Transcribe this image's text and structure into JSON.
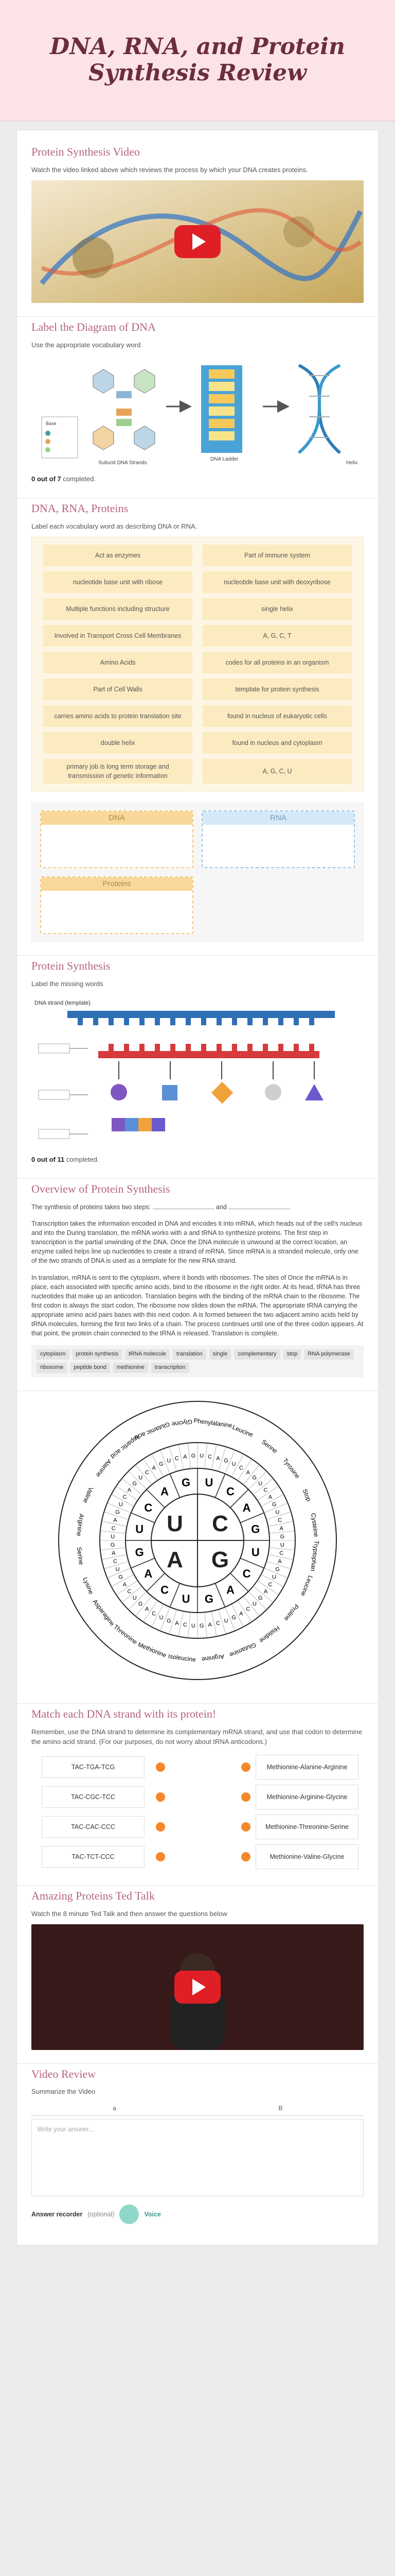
{
  "header": {
    "title": "DNA, RNA, and Protein Synthesis Review"
  },
  "video1": {
    "title": "Protein Synthesis Video",
    "desc": "Watch the video linked above which reviews the process by which your DNA creates proteins."
  },
  "dna_diagram": {
    "title": "Label the Diagram of DNA",
    "desc": "Use the appropriate vocabulary word",
    "captions": [
      "Subunit DNA Strands",
      "DNA Ladder",
      "Helix"
    ],
    "legend": [
      "Base"
    ],
    "progress_count": "0 out of 7",
    "progress_suffix": " completed."
  },
  "matching": {
    "title": "DNA, RNA, Proteins",
    "desc": "Label each vocabulary word as describing DNA or RNA.",
    "cards": [
      "Act as enzymes",
      "Part of immune system",
      "nucleotide base unit with ribose",
      "nucleotide base unit with deoxyribose",
      "Multiple functions including structure",
      "single helix",
      "Involved in Transport Cross Cell Membranes",
      "A, G, C, T",
      "Amino Acids",
      "codes for all proteins in an organism",
      "Part of Cell Walls",
      "template for protein synthesis",
      "carries amino acids to protein translation site",
      "found in nucleus of eukaryotic cells",
      "double helix",
      "found in nucleus and cytoplasm",
      "primary job is long term storage and transmission of genetic information",
      "A, G, C, U"
    ],
    "bins": [
      "DNA",
      "RNA",
      "Proteins"
    ]
  },
  "synthesis": {
    "title": "Protein Synthesis",
    "desc": "Label the missing words",
    "strand_label": "DNA strand (template)",
    "progress_count": "0 out of 11",
    "progress_suffix": " completed."
  },
  "overview": {
    "title": "Overview of Protein Synthesis",
    "p1a": "The synthesis of proteins takes two steps:",
    "p1b": "and",
    "p2": "Transcription takes the information encoded in DNA and encodes it into mRNA, which heads out of the cell's nucleus and into the During translation, the mRNA works with a and tRNA to synthesize proteins. The first step in transcription is the partial unwinding of the DNA. Once the DNA molecule is unwound at the correct location, an enzyme called helps line up nucleotides to create a strand of mRNA. Since mRNA is a stranded molecule, only one of the two strands of DNA is used as a template for the new RNA strand.",
    "p3": "In translation, mRNA is sent to the cytoplasm, where it bonds with ribosomes. The sites of Once the mRNA is in place, each associated with specific amino acids, bind to the ribosome in the right order. At its head, tRNA has three nucleotides that make up an anticodon. Translation begins with the binding of the mRNA chain to the ribosome. The first codon is always the start codon, The ribosome now slides down the mRNA. The appropriate tRNA carrying the appropriate amino acid pairs bases with this next codon. A is formed between the two adjacent amino acids held by tRNA molecules, forming the first two links of a chain. The process continues until one of the three codon appears. At that point, the protein chain connected to the tRNA is released. Translation is complete.",
    "chips": [
      "cytoplasm",
      "protein synthesis",
      "tRNA molecule",
      "translation",
      "single",
      "complementary",
      "stop",
      "RNA polymerase",
      "ribosome",
      "peptide bond",
      "methionine",
      "transcription"
    ]
  },
  "codon_wheel": {
    "center": [
      "U",
      "C",
      "A",
      "G"
    ],
    "amino_acids": [
      "Phenylalanine",
      "Leucine",
      "Serine",
      "Tyrosine",
      "Stop",
      "Cysteine",
      "Tryptophan",
      "Leucine",
      "Proline",
      "Histidine",
      "Glutamine",
      "Arginine",
      "Isoleucine",
      "Methionine",
      "Threonine",
      "Asparagine",
      "Lysine",
      "Serine",
      "Arginine",
      "Valine",
      "Alanine",
      "Aspartic acid",
      "Glutamic acid",
      "Glycine"
    ]
  },
  "dna_match": {
    "title": "Match each DNA strand with its protein!",
    "desc": "Remember, use the DNA strand to determine its complementary mRNA strand, and use that codon to determine the amino acid strand. (For our purposes, do not worry about tRNA anticodons.)",
    "left": [
      "TAC-TGA-TCG",
      "TAC-CGC-TCC",
      "TAC-CAC-CCC",
      "TAC-TCT-CCC"
    ],
    "right": [
      "Methionine-Alanine-Arginine",
      "Methionine-Arginine-Glycine",
      "Methionine-Threonine-Serine",
      "Methionine-Valine-Glycine"
    ]
  },
  "ted": {
    "title": "Amazing Proteins Ted Talk",
    "desc": "Watch the 8 minute Ted Talk and then answer the questions below"
  },
  "review": {
    "title": "Video Review",
    "desc": "Summarize the Video",
    "cols": [
      "a",
      "B"
    ],
    "placeholder": "Write your answer...",
    "recorder_label": "Answer recorder",
    "recorder_optional": "(optional)",
    "voice": "Voice"
  }
}
